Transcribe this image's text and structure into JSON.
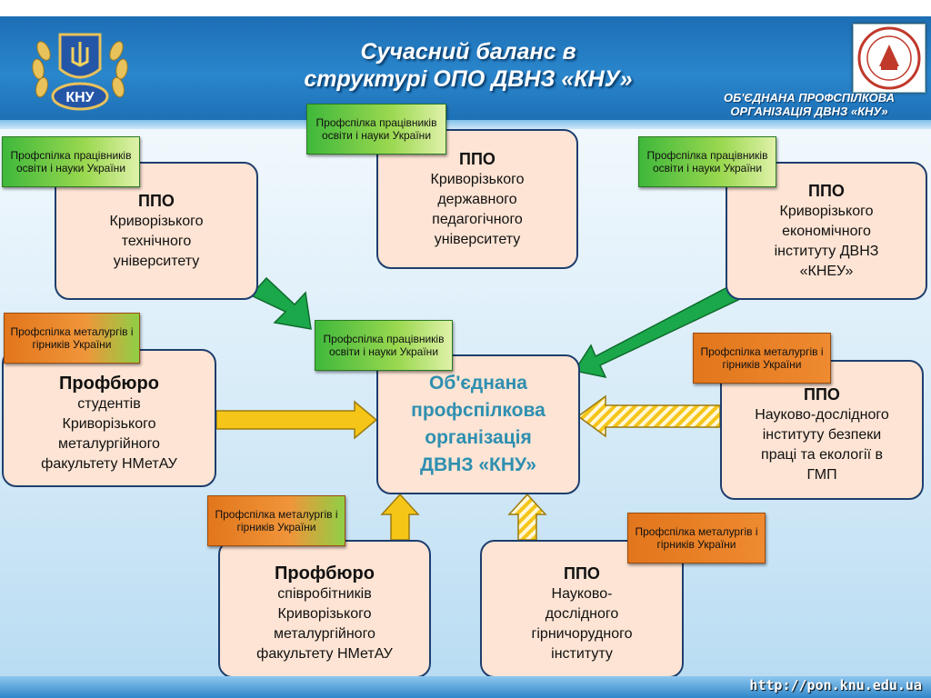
{
  "header": {
    "title_line1": "Сучасний баланс в",
    "title_line2": "структурі ОПО ДВНЗ «КНУ»",
    "org_caption_line1": "ОБ'ЄДНАНА ПРОФСПІЛКОВА",
    "org_caption_line2": "ОРГАНІЗАЦІЯ ДВНЗ «КНУ»",
    "emblem_text": "КНУ"
  },
  "tags": {
    "edu": "Профспілка працівників освіти і науки України",
    "metal": "Профспілка металургів і гірників України"
  },
  "center": {
    "line1": "Об'єднана",
    "line2": "профспілкова",
    "line3": "організація",
    "line4": "ДВНЗ «КНУ»"
  },
  "boxes": {
    "technical": {
      "head": "ППО",
      "l1": "Криворізького",
      "l2": "технічного",
      "l3": "університету"
    },
    "pedagogical": {
      "head": "ППО",
      "l1": "Криворізького",
      "l2": "державного",
      "l3": "педагогічного",
      "l4": "університету"
    },
    "economic": {
      "head": "ППО",
      "l1": "Криворізького",
      "l2": "економічного",
      "l3": "інституту ДВНЗ",
      "l4": "«КНЕУ»"
    },
    "students": {
      "head": "Профбюро",
      "l1": "студентів",
      "l2": "Криворізького",
      "l3": "металургійного",
      "l4": "факультету НМетАУ"
    },
    "safety": {
      "head": "ППО",
      "l1": "Науково-дослідного",
      "l2": "інституту безпеки",
      "l3": "праці та екології в",
      "l4": "ГМП"
    },
    "staff": {
      "head": "Профбюро",
      "l1": "співробітників",
      "l2": "Криворізького",
      "l3": "металургійного",
      "l4": "факультету НМетАУ"
    },
    "mining": {
      "head": "ППО",
      "l1": "Науково-",
      "l2": "дослідного",
      "l3": "гірничорудного",
      "l4": "інституту"
    }
  },
  "footer": {
    "url": "http://pon.knu.edu.ua"
  },
  "colors": {
    "header_blue": "#2a86cc",
    "box_fill": "#fde4d4",
    "box_border": "#1e3e6e",
    "arrow_green": "#1aa84a",
    "arrow_yellow": "#f5c518",
    "center_text": "#2e8fb0"
  }
}
